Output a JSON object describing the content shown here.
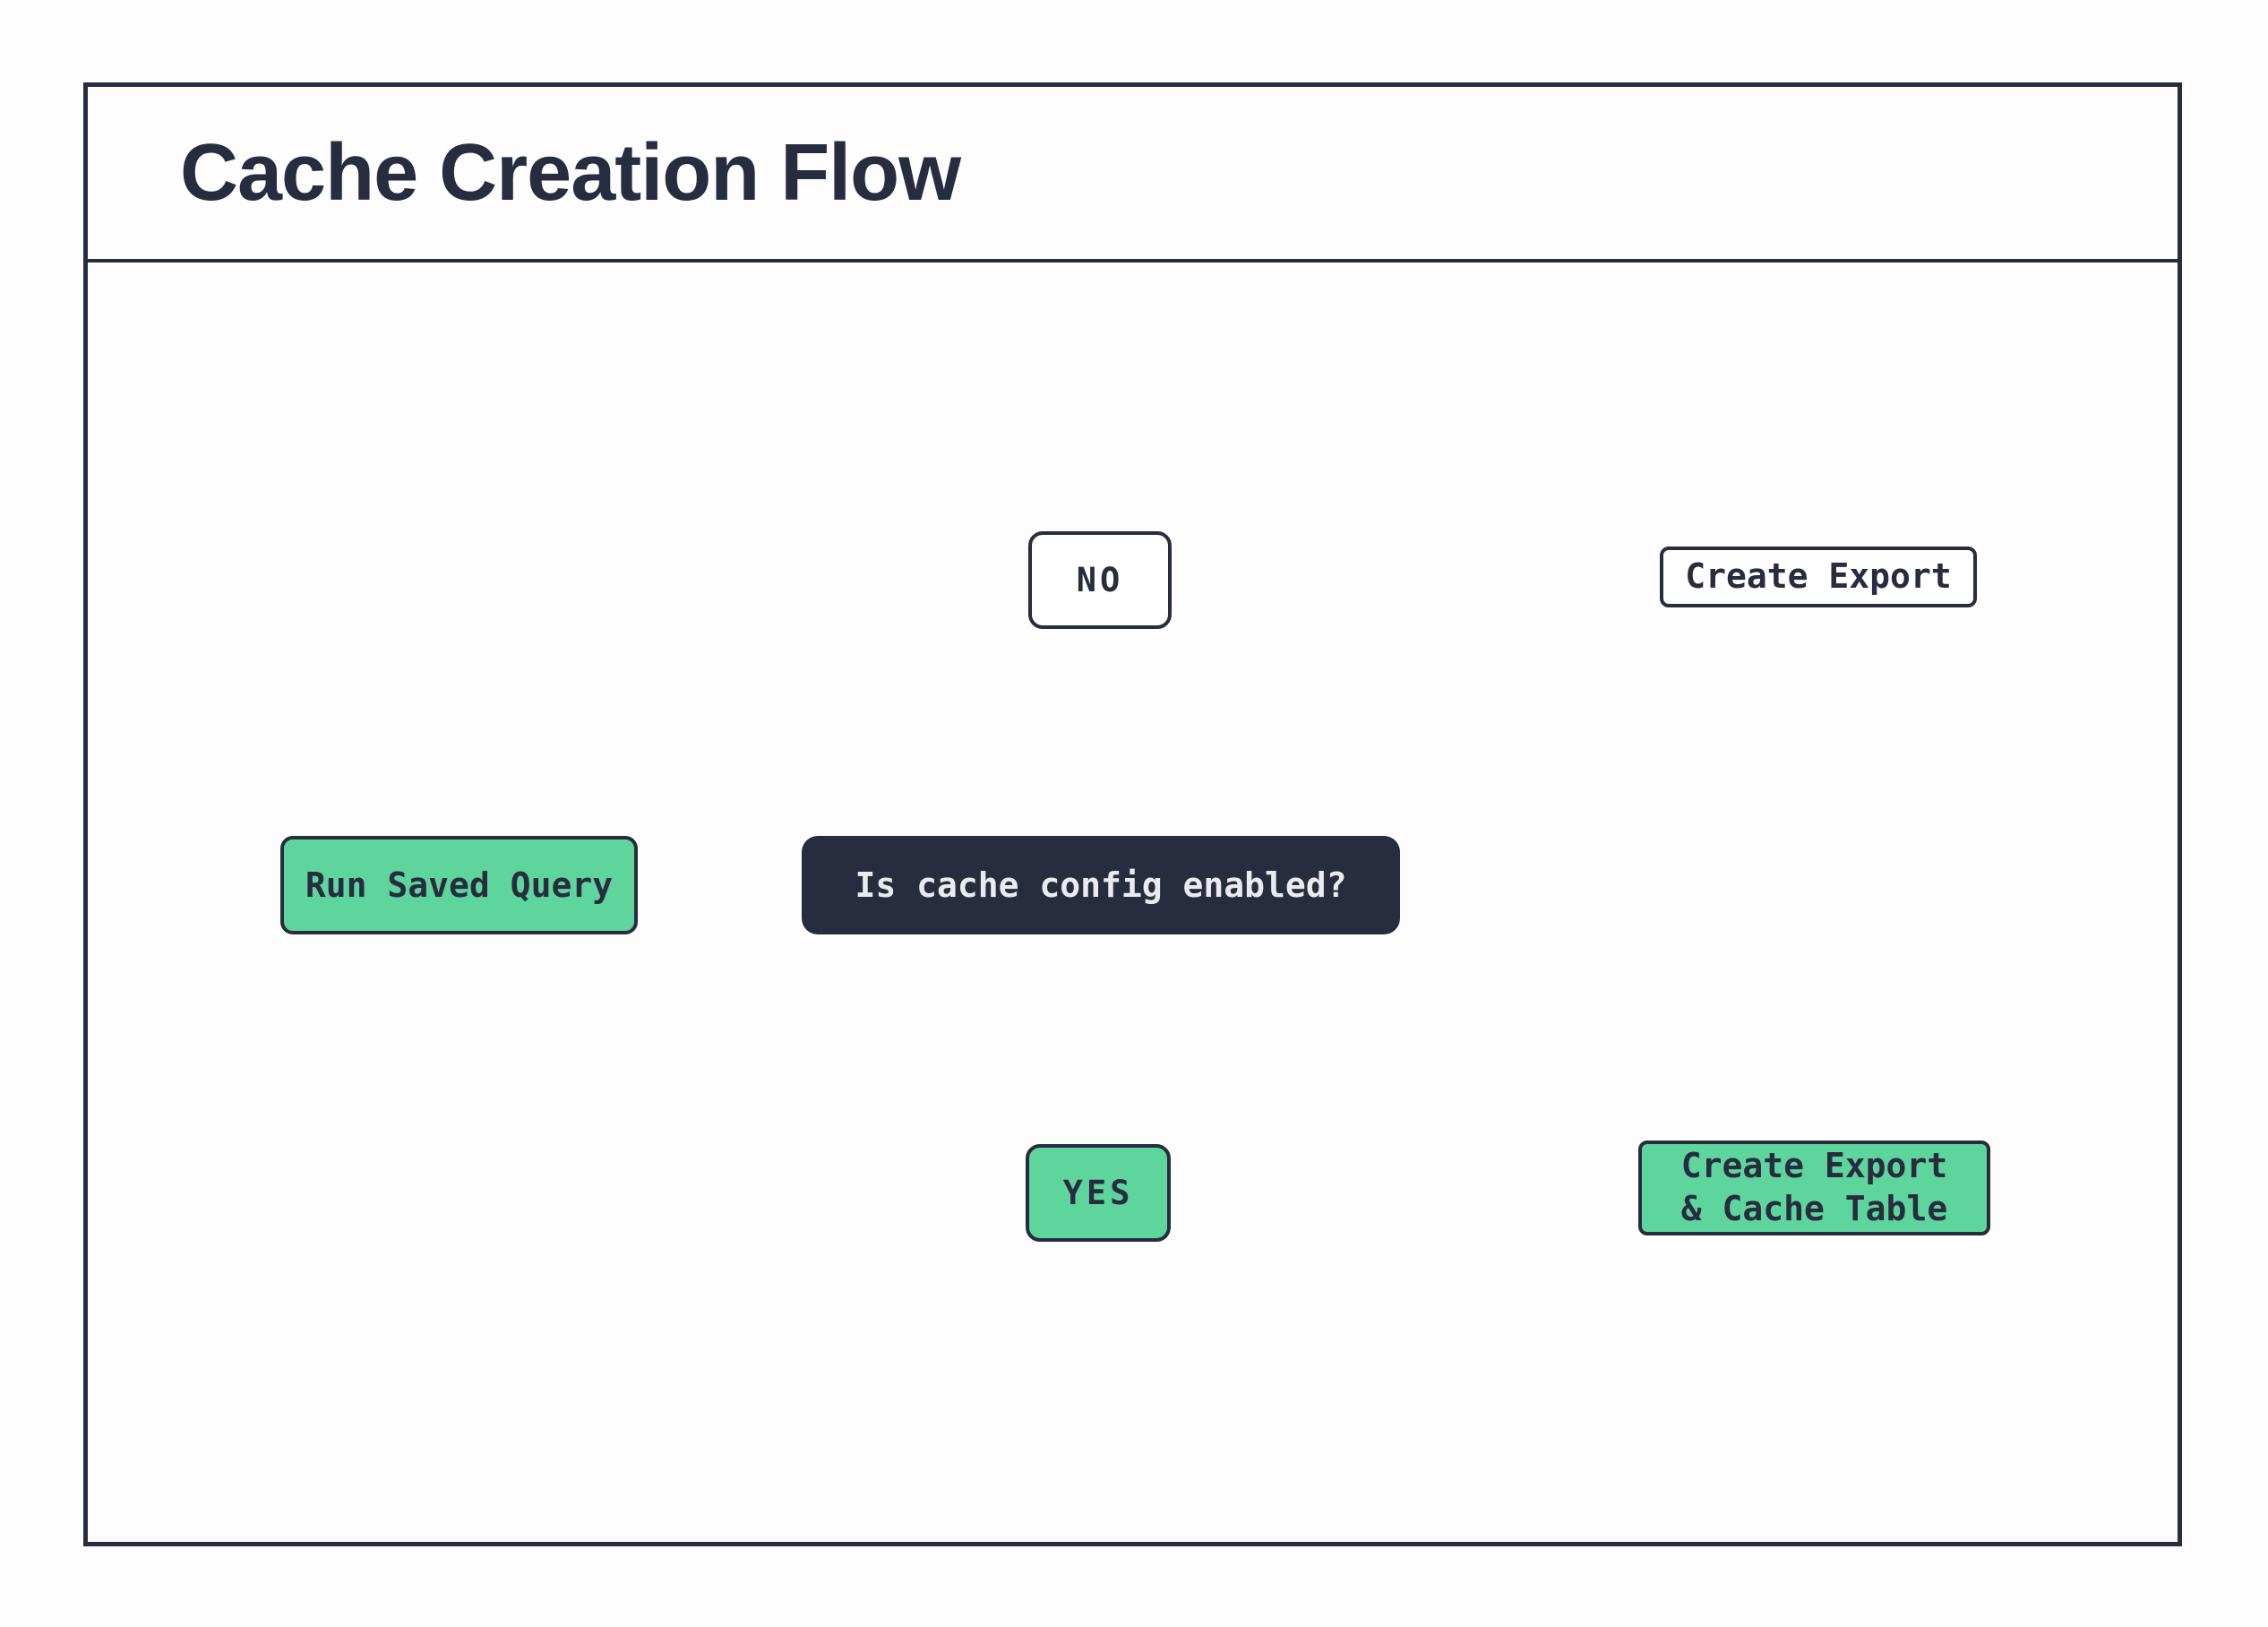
{
  "title": "Cache Creation Flow",
  "colors": {
    "ink": "#272d3f",
    "accent_green": "#5ed59c",
    "node_white": "#ffffff",
    "decision_bg": "#272d3f",
    "decision_text": "#e9ebef",
    "connector": "#1a1a1a",
    "background": "#fdfdfd"
  },
  "nodes": {
    "run_saved_query": {
      "label": "Run Saved Query"
    },
    "decision": {
      "label": "Is cache config enabled?"
    },
    "no_branch": {
      "label": "NO"
    },
    "yes_branch": {
      "label": "YES"
    },
    "create_export": {
      "label": "Create Export"
    },
    "create_export_cache": {
      "line1": "Create Export",
      "line2": "& Cache Table"
    }
  },
  "icons": {
    "no_target": "database-cylinder-icon",
    "yes_target": "database-cylinder-icon"
  }
}
